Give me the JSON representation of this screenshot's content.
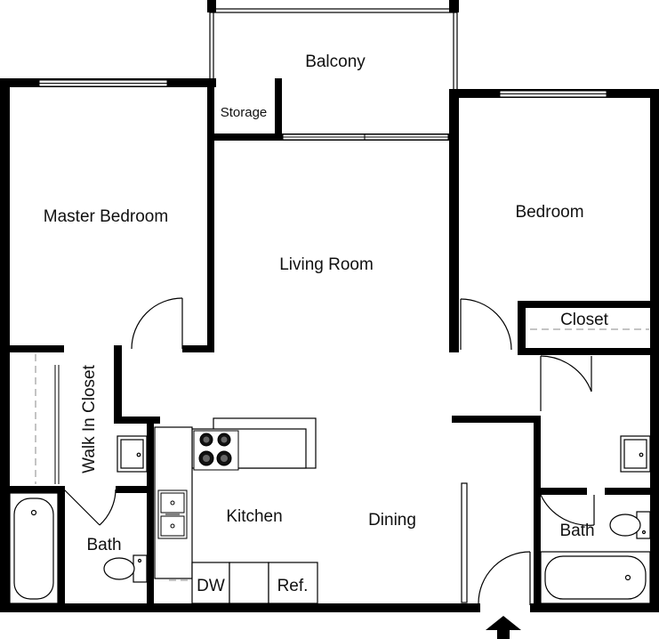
{
  "rooms": {
    "balcony": "Balcony",
    "storage": "Storage",
    "master_bedroom": "Master Bedroom",
    "living_room": "Living Room",
    "bedroom": "Bedroom",
    "closet": "Closet",
    "walk_in_closet": "Walk In Closet",
    "kitchen": "Kitchen",
    "dining": "Dining",
    "bath_left": "Bath",
    "bath_right": "Bath"
  },
  "appliances": {
    "dishwasher": "DW",
    "refrigerator": "Ref."
  },
  "icons": {
    "entry": "entry-arrow-icon",
    "stove": "stove-icon",
    "sink": "kitchen-sink-icon",
    "toilet": "toilet-icon",
    "bathtub": "bathtub-icon"
  },
  "colors": {
    "wall": "#000000",
    "background": "#ffffff",
    "dashed": "#888888"
  }
}
